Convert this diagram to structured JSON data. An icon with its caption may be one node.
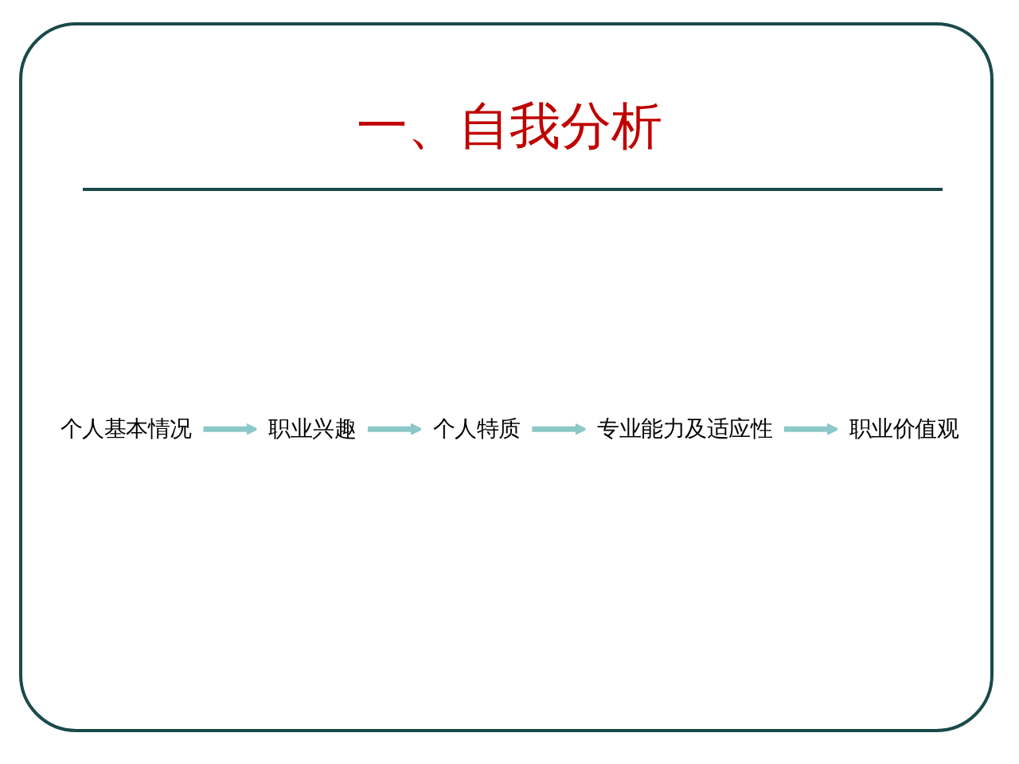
{
  "diagram": {
    "title": "一、自我分析",
    "nodes": [
      {
        "text": [
          "个人基本情况"
        ]
      },
      {
        "text": [
          "职业兴趣"
        ]
      },
      {
        "text": [
          "个人特质"
        ]
      },
      {
        "text": [
          "专业能力及适应性"
        ]
      },
      {
        "text": [
          "职业价值观"
        ]
      }
    ],
    "edges": [
      {
        "from": 0,
        "to": 1,
        "arrow": "to",
        "color": "#8cc8c8"
      },
      {
        "from": 1,
        "to": 2,
        "arrow": "to",
        "color": "#8cc8c8"
      },
      {
        "from": 2,
        "to": 3,
        "arrow": "to",
        "color": "#8cc8c8"
      },
      {
        "from": 3,
        "to": 4,
        "arrow": "to",
        "color": "#8cc8c8"
      }
    ]
  }
}
